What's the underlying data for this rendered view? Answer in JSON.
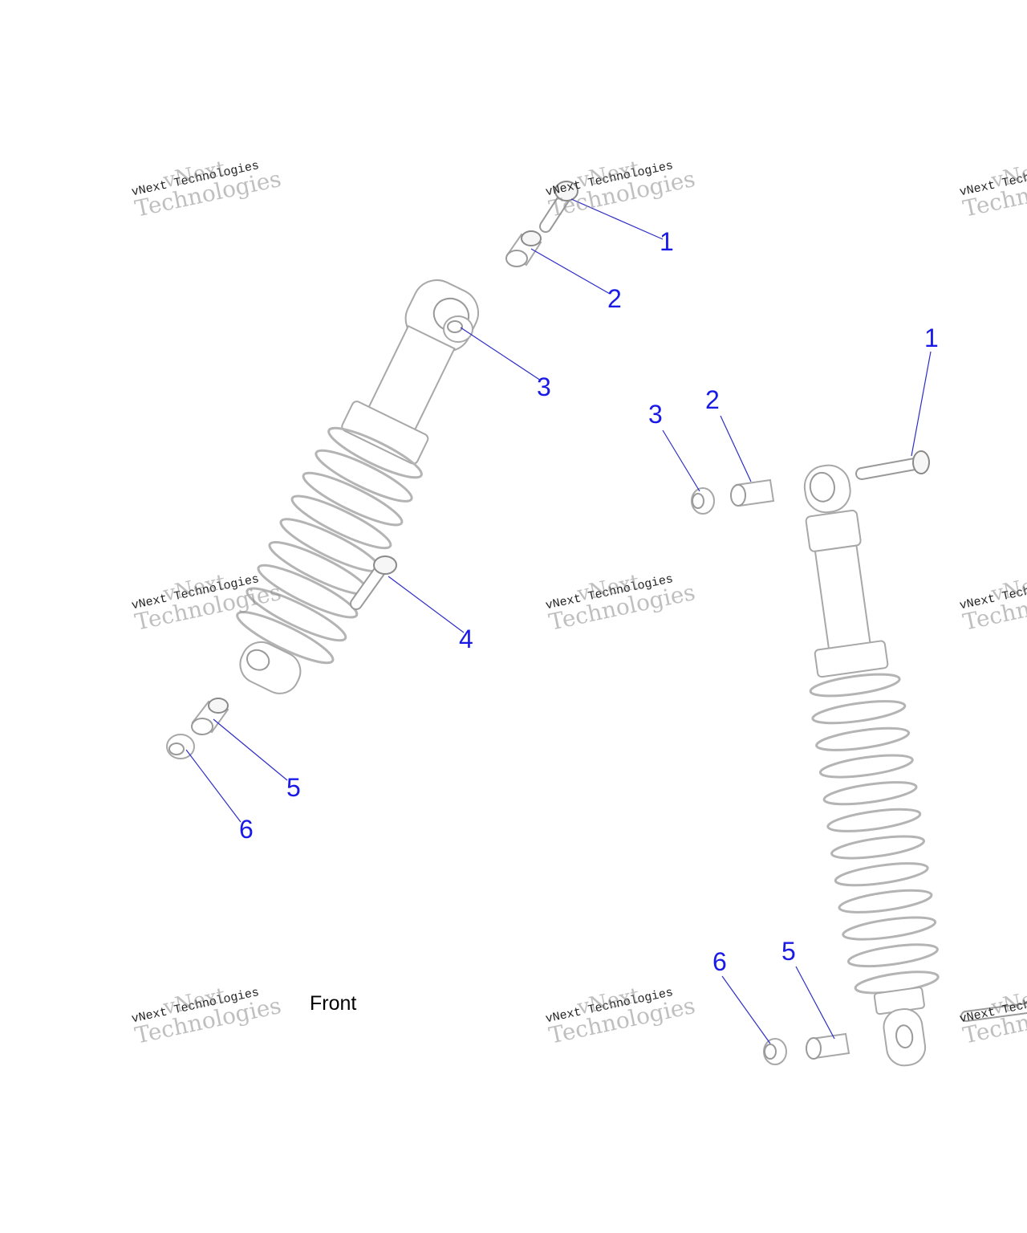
{
  "labels": {
    "front": "Front"
  },
  "callouts": {
    "left": [
      "1",
      "2",
      "3",
      "4",
      "5",
      "6"
    ],
    "right": [
      "1",
      "2",
      "3",
      "5",
      "6"
    ]
  },
  "watermark": {
    "line1": "vNext",
    "line2": "vNext Technologies",
    "line3": "Technologies"
  },
  "colors": {
    "callout": "#1a1ae6",
    "leader": "#2d2dc8",
    "part_outline": "#a8a8a8"
  }
}
